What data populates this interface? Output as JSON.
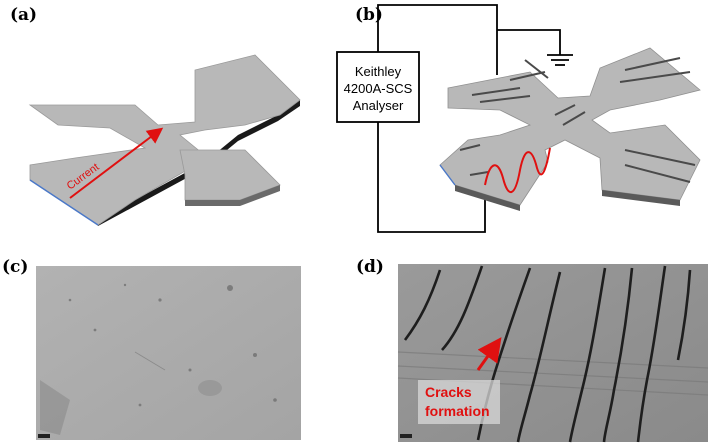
{
  "panels": {
    "a": {
      "label": "(a)",
      "current_label": "Current"
    },
    "b": {
      "label": "(b)",
      "instrument_line1": "Keithley",
      "instrument_line2": "4200A-SCS",
      "instrument_line3": "Analyser"
    },
    "c": {
      "label": "(c)"
    },
    "d": {
      "label": "(d)",
      "annotation_line1": "Cracks",
      "annotation_line2": "formation"
    }
  },
  "colors": {
    "device_top": "#b8b8b8",
    "device_side": "#5a5a5a",
    "current_arrow": "#e01010",
    "micrograph_c": "#a9a9a9",
    "micrograph_d": "#8e8e8e"
  }
}
